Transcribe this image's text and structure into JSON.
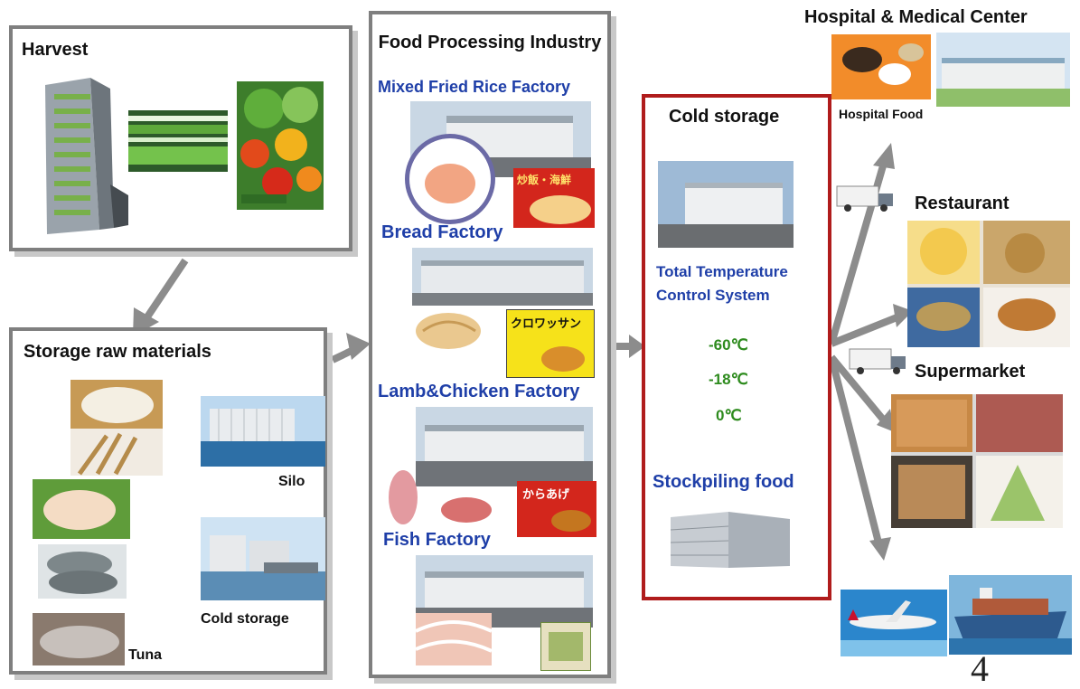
{
  "harvest": {
    "title": "Harvest"
  },
  "storage": {
    "title": "Storage raw materials",
    "silo_label": "Silo",
    "cold_storage_label": "Cold storage",
    "tuna_label": "Tuna"
  },
  "processing": {
    "title": "Food Processing Industry",
    "factories": [
      {
        "name": "Mixed Fried Rice Factory",
        "package_text": "炒飯・海鮮"
      },
      {
        "name": "Bread Factory",
        "package_text": "クロワッサン"
      },
      {
        "name": "Lamb&Chicken Factory",
        "package_text": "からあげ"
      },
      {
        "name": "Fish Factory"
      }
    ]
  },
  "cold": {
    "title": "Cold storage",
    "system_label": "Total Temperature Control  System",
    "temps": [
      "-60℃",
      "-18℃",
      "0℃"
    ],
    "stockpile": "Stockpiling food"
  },
  "destinations": {
    "hospital": "Hospital & Medical Center",
    "hospital_food": "Hospital  Food",
    "restaurant": "Restaurant",
    "supermarket": "Supermarket"
  },
  "page_number": "4",
  "colors": {
    "panel_border": "#7f7f7f",
    "cold_border": "#b01c1c",
    "factory_text": "#1f3fa8",
    "temp_text": "#2e8b1e",
    "arrow": "#8c8c8c"
  }
}
